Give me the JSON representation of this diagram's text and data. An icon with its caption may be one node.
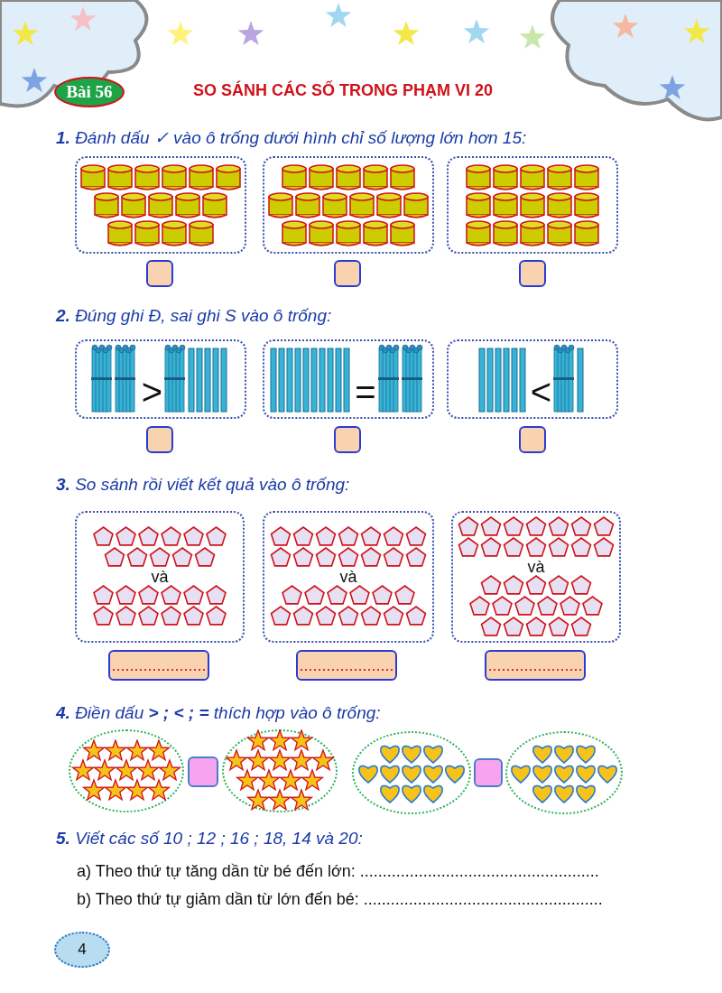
{
  "diagram": {
    "title": "SO SÁNH CÁC SỐ TRONG PHẠM VI 20",
    "nodes": [
      {
        "text": [
          "Bài 56"
        ]
      },
      {
        "text": [],
        "shape": "box"
      },
      {
        "text": [],
        "shape": "box"
      },
      {
        "text": [],
        "shape": "box"
      },
      {
        "text": [],
        "shape": "box"
      },
      {
        "text": [],
        "shape": "box"
      },
      {
        "text": [],
        "shape": "box"
      },
      {
        "text": [
          ">"
        ]
      },
      {
        "text": [
          "="
        ]
      },
      {
        "text": [
          "<"
        ]
      },
      {
        "text": [],
        "shape": "box"
      },
      {
        "text": [],
        "shape": "box"
      },
      {
        "text": [],
        "shape": "box"
      },
      {
        "text": [
          "và"
        ]
      },
      {
        "text": [
          "và"
        ]
      },
      {
        "text": [
          "và"
        ]
      },
      {
        "text": [
          "....................."
        ]
      },
      {
        "text": [
          "....................."
        ]
      },
      {
        "text": [
          "....................."
        ]
      },
      {
        "text": [],
        "shape": "ellipse"
      },
      {
        "text": [],
        "shape": "box"
      },
      {
        "text": [],
        "shape": "ellipse"
      },
      {
        "text": [],
        "shape": "ellipse"
      },
      {
        "text": [],
        "shape": "box"
      },
      {
        "text": [],
        "shape": "ellipse"
      },
      {
        "text": [
          "4"
        ]
      }
    ],
    "labels": [
      "**1.** Đánh dấu ✓ vào ô trống dưới hình chỉ số lượng lớn hơn 15:",
      "**2.** Đúng ghi Đ, sai ghi S vào ô trống:",
      "**3.** So sánh rồi viết kết quả vào ô trống:",
      "**4.** Điền dấu **> ; < ; =** thích hợp vào ô trống:",
      "**5.** Viết các số 10 ; 12 ; 16 ; 18, 14 và 20:",
      "a) Theo thứ tự tăng dần từ bé đến lớn: .....................................................",
      "b) Theo thứ tự giảm dần từ lớn đến bé: ....................................................."
    ]
  }
}
